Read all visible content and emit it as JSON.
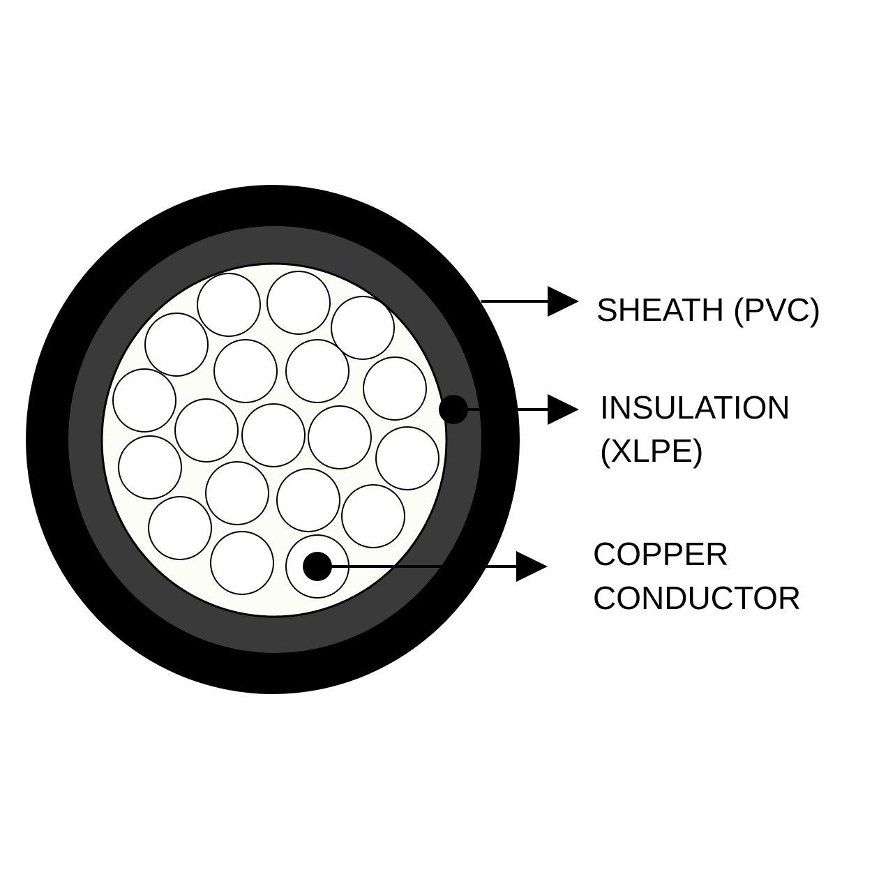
{
  "labels": {
    "sheath": "SHEATH (PVC)",
    "insulation_line1": "INSULATION",
    "insulation_line2": "(XLPE)",
    "conductor_line1": "COPPER",
    "conductor_line2": "CONDUCTOR"
  },
  "colors": {
    "sheath": "#000000",
    "insulation": "#3a3a3a",
    "core": "#fdfdf8",
    "strand": "#ffffff"
  },
  "strand_count": 19
}
